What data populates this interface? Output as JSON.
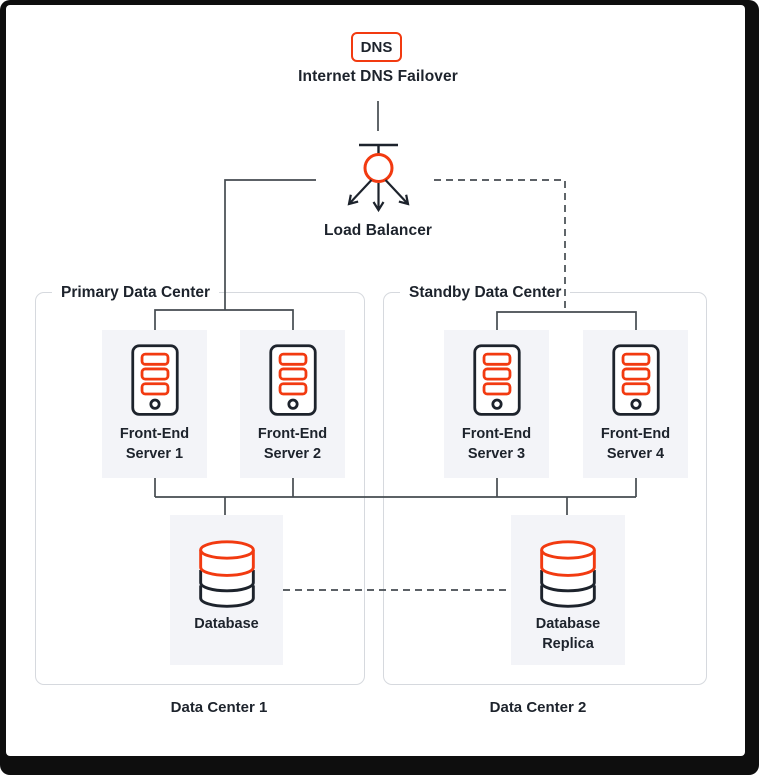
{
  "colors": {
    "accent": "#f23a10",
    "ink": "#1d232c",
    "connector": "#454b50",
    "node_fill": "#f3f4f8",
    "group_border": "#d6d9de",
    "frame": "#0e0e0e"
  },
  "dns": {
    "label": "DNS",
    "caption": "Internet DNS Failover"
  },
  "load_balancer": {
    "label": "Load Balancer"
  },
  "data_centers": [
    {
      "title": "Primary Data Center",
      "footer": "Data Center 1",
      "servers": [
        {
          "line1": "Front-End",
          "line2": "Server 1"
        },
        {
          "line1": "Front-End",
          "line2": "Server 2"
        }
      ],
      "database": {
        "line1": "Database",
        "line2": ""
      }
    },
    {
      "title": "Standby Data Center",
      "footer": "Data Center 2",
      "servers": [
        {
          "line1": "Front-End",
          "line2": "Server 3"
        },
        {
          "line1": "Front-End",
          "line2": "Server 4"
        }
      ],
      "database": {
        "line1": "Database",
        "line2": "Replica"
      }
    }
  ]
}
